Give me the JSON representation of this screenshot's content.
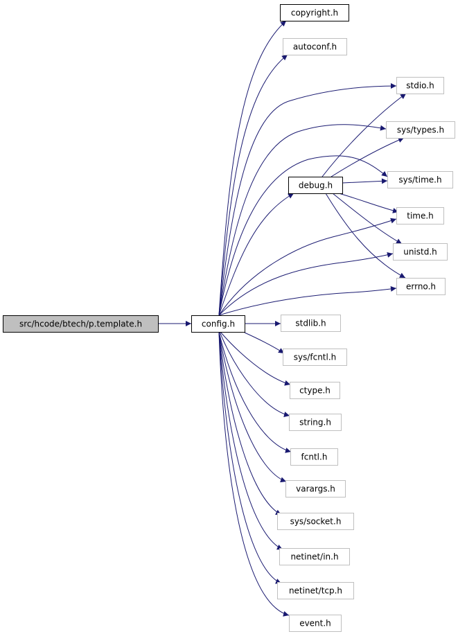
{
  "graph": {
    "nodes": [
      {
        "id": "root",
        "label": "src/hcode/btech/p.template.h",
        "kind": "root"
      },
      {
        "id": "config",
        "label": "config.h",
        "kind": "documented"
      },
      {
        "id": "copyright",
        "label": "copyright.h",
        "kind": "documented"
      },
      {
        "id": "autoconf",
        "label": "autoconf.h",
        "kind": "undocumented"
      },
      {
        "id": "stdio",
        "label": "stdio.h",
        "kind": "undocumented"
      },
      {
        "id": "systypes",
        "label": "sys/types.h",
        "kind": "undocumented"
      },
      {
        "id": "debug",
        "label": "debug.h",
        "kind": "documented"
      },
      {
        "id": "systime",
        "label": "sys/time.h",
        "kind": "undocumented"
      },
      {
        "id": "time",
        "label": "time.h",
        "kind": "undocumented"
      },
      {
        "id": "unistd",
        "label": "unistd.h",
        "kind": "undocumented"
      },
      {
        "id": "errno",
        "label": "errno.h",
        "kind": "undocumented"
      },
      {
        "id": "stdlib",
        "label": "stdlib.h",
        "kind": "undocumented"
      },
      {
        "id": "sysfcntl",
        "label": "sys/fcntl.h",
        "kind": "undocumented"
      },
      {
        "id": "ctype",
        "label": "ctype.h",
        "kind": "undocumented"
      },
      {
        "id": "string",
        "label": "string.h",
        "kind": "undocumented"
      },
      {
        "id": "fcntl",
        "label": "fcntl.h",
        "kind": "undocumented"
      },
      {
        "id": "varargs",
        "label": "varargs.h",
        "kind": "undocumented"
      },
      {
        "id": "syssocket",
        "label": "sys/socket.h",
        "kind": "undocumented"
      },
      {
        "id": "netinetin",
        "label": "netinet/in.h",
        "kind": "undocumented"
      },
      {
        "id": "netinettcp",
        "label": "netinet/tcp.h",
        "kind": "undocumented"
      },
      {
        "id": "event",
        "label": "event.h",
        "kind": "undocumented"
      }
    ],
    "edges": [
      [
        "root",
        "config"
      ],
      [
        "config",
        "copyright"
      ],
      [
        "config",
        "autoconf"
      ],
      [
        "config",
        "stdio"
      ],
      [
        "config",
        "systypes"
      ],
      [
        "config",
        "debug"
      ],
      [
        "config",
        "systime"
      ],
      [
        "config",
        "time"
      ],
      [
        "config",
        "unistd"
      ],
      [
        "config",
        "errno"
      ],
      [
        "config",
        "stdlib"
      ],
      [
        "config",
        "sysfcntl"
      ],
      [
        "config",
        "ctype"
      ],
      [
        "config",
        "string"
      ],
      [
        "config",
        "fcntl"
      ],
      [
        "config",
        "varargs"
      ],
      [
        "config",
        "syssocket"
      ],
      [
        "config",
        "netinetin"
      ],
      [
        "config",
        "netinettcp"
      ],
      [
        "config",
        "event"
      ],
      [
        "debug",
        "stdio"
      ],
      [
        "debug",
        "systypes"
      ],
      [
        "debug",
        "systime"
      ],
      [
        "debug",
        "time"
      ],
      [
        "debug",
        "unistd"
      ],
      [
        "debug",
        "errno"
      ]
    ],
    "colors": {
      "edge": "#191970",
      "root_fill": "#bfbfbf",
      "documented_border": "#000000",
      "undocumented_border": "#bfbfbf",
      "node_fill": "#ffffff"
    }
  }
}
